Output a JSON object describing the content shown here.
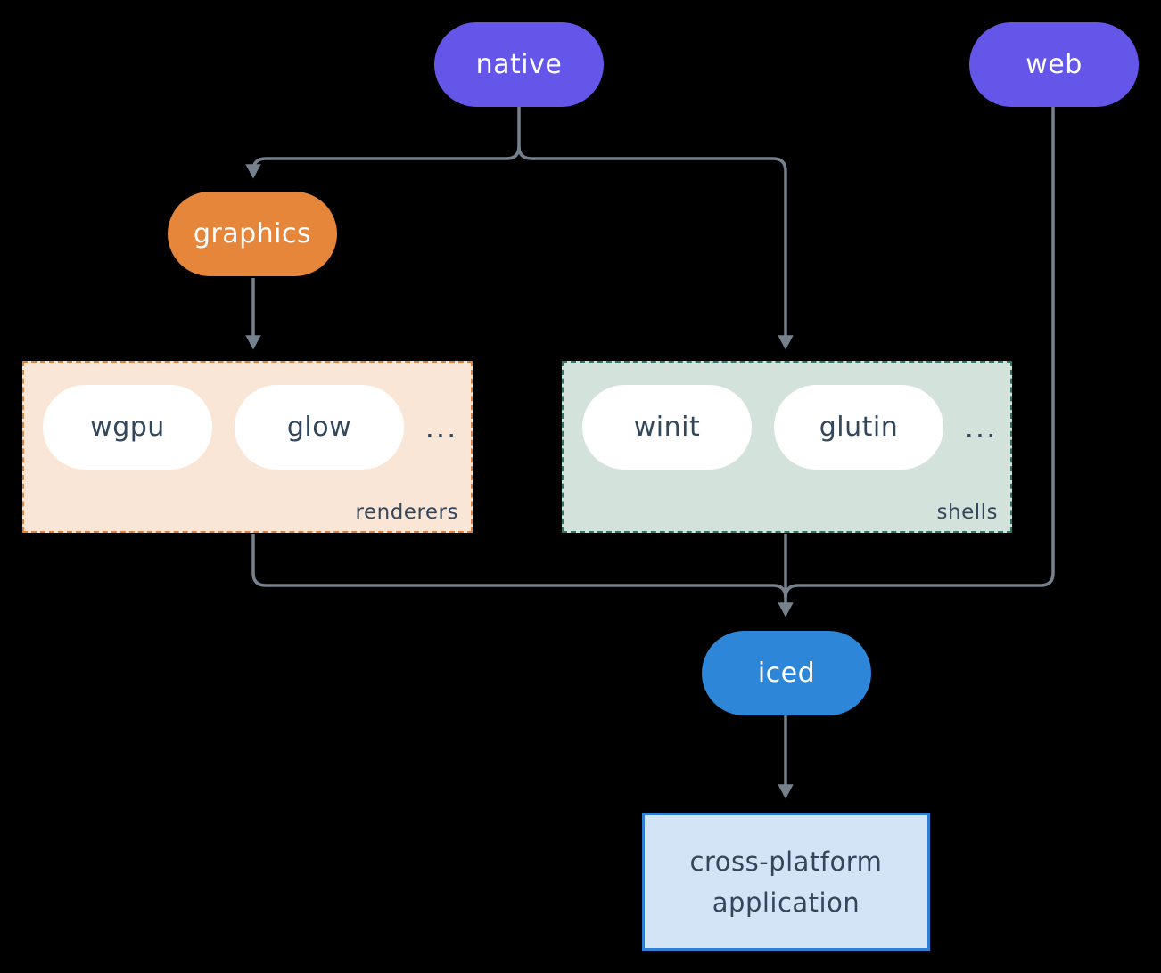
{
  "diagram": {
    "nodes": {
      "native": {
        "label": "native",
        "color": "#6556EA"
      },
      "web": {
        "label": "web",
        "color": "#6556EA"
      },
      "graphics": {
        "label": "graphics",
        "color": "#E6863B"
      },
      "iced": {
        "label": "iced",
        "color": "#2E86D8"
      },
      "app": {
        "line1": "cross-platform",
        "line2": "application"
      }
    },
    "groups": {
      "renderers": {
        "label": "renderers",
        "items": [
          "wgpu",
          "glow"
        ],
        "ellipsis": "..."
      },
      "shells": {
        "label": "shells",
        "items": [
          "winit",
          "glutin"
        ],
        "ellipsis": "..."
      }
    },
    "edges": [
      "native -> graphics",
      "native -> shells",
      "graphics -> renderers",
      "renderers -> iced",
      "shells -> iced",
      "web -> iced",
      "iced -> cross-platform application"
    ]
  },
  "colors": {
    "purple": "#6556EA",
    "orange": "#E6863B",
    "blue": "#2E86D8",
    "peach-bg": "#FAE6D7",
    "peach-border": "#E0803A",
    "teal-bg": "#D4E2DC",
    "teal-border": "#2F7568",
    "app-bg": "#D4E4F7",
    "app-border": "#2F7FD6",
    "line": "#76818E",
    "ink": "#33475C",
    "pill-white": "#FFFFFF",
    "canvas": "#000000"
  }
}
